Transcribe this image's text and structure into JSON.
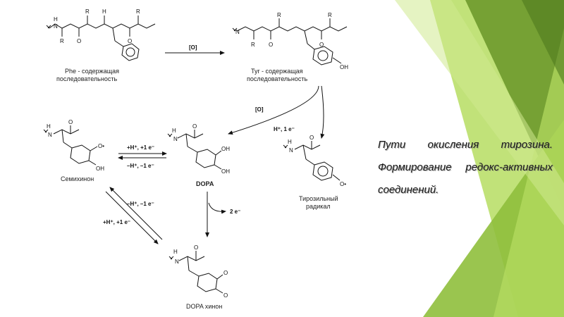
{
  "slide": {
    "title": "Пути окисления тирозина. Формирование редокс-активных соединений."
  },
  "colors": {
    "deco_dark": "#6e9a2c",
    "deco_mid": "#8fbf3c",
    "deco_light": "#b6dd62",
    "deco_pale": "#cfe98f"
  },
  "diagram": {
    "phe_caption": [
      "Phe - содержащая",
      "последовательность"
    ],
    "tyr_caption": [
      "Tyr - содержащая",
      "последовательность"
    ],
    "oxidation_label": "[O]",
    "oxidation_label_2": "[O]",
    "radical_step_label": "H⁺, 1 e⁻",
    "dopa_to_semi": "+H⁺, +1 e⁻",
    "semi_to_dopa": "–H⁺, –1 e⁻",
    "quinone_from_semi": "–H⁺, –1 e⁻",
    "quinone_to_semi": "+H⁺, +1 e⁻",
    "two_electron": "2 e⁻",
    "semiquinone_caption": "Семихинон",
    "dopa_caption": "DOPA",
    "tyrosyl_caption": [
      "Тирозильный",
      "радикал"
    ],
    "dopa_quinone_caption": "DOPA хинон",
    "atoms": {
      "H": "H",
      "N": "N",
      "O": "O",
      "R": "R",
      "OH": "OH",
      "Or": "O•"
    }
  }
}
